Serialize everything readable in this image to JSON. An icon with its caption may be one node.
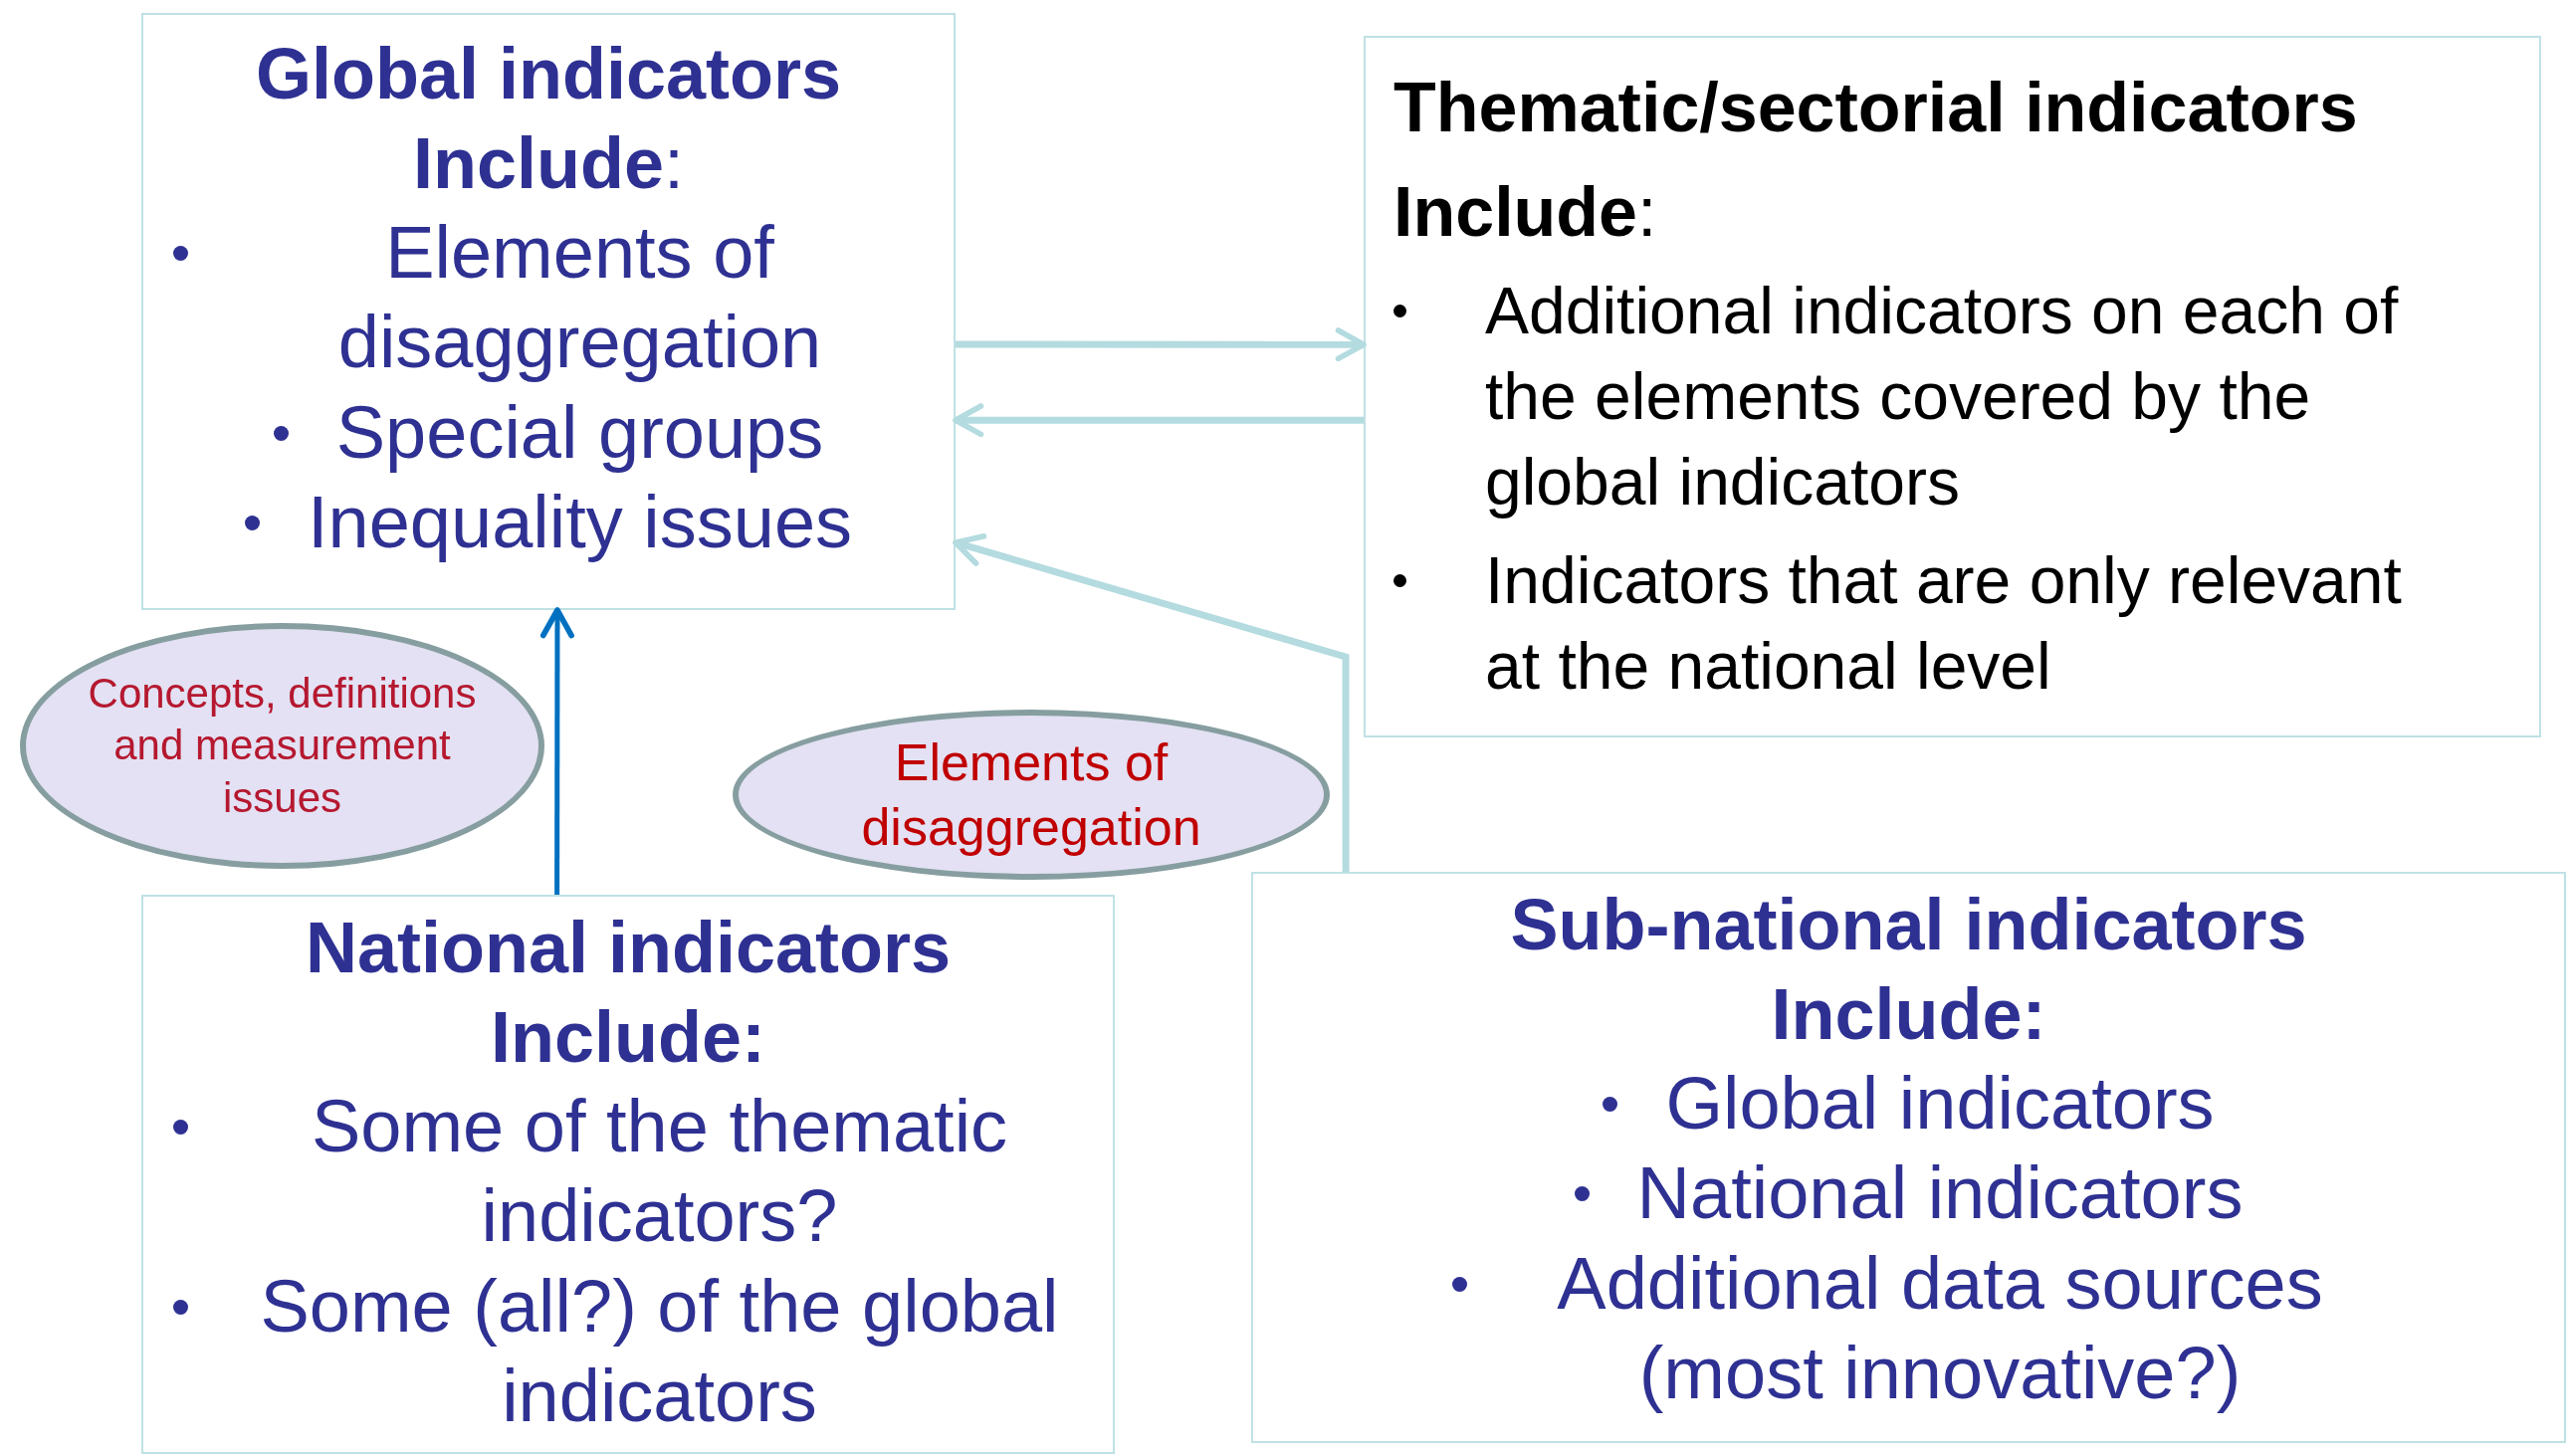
{
  "diagram": {
    "nodes": [
      {
        "text": [
          "**Global indicators Include**:",
          "Elements of disaggregation",
          "Special groups",
          "Inequality issues"
        ]
      },
      {
        "text": [
          "**Thematic/sectorial indicators Include**:",
          "Additional indicators on each of the elements covered by the global indicators",
          "Indicators that are only relevant at the national level"
        ]
      },
      {
        "text": [
          "Concepts, definitions and measurement issues"
        ]
      },
      {
        "text": [
          "Elements of disaggregation"
        ]
      },
      {
        "text": [
          "National indicators Include:",
          "Some of the thematic indicators?",
          "Some (all?) of the global indicators"
        ]
      },
      {
        "text": [
          "Sub-national indicators Include:",
          "Global indicators",
          "National indicators",
          "Additional data sources (most innovative?)"
        ]
      }
    ],
    "edges": [
      {
        "from": 0,
        "to": 1,
        "arrow": "to"
      },
      {
        "from": 1,
        "to": 0,
        "arrow": "to"
      },
      {
        "from": 4,
        "to": 0,
        "arrow": "to",
        "color": "#0070c0"
      },
      {
        "from": 5,
        "to": 0,
        "arrow": "to"
      }
    ]
  }
}
